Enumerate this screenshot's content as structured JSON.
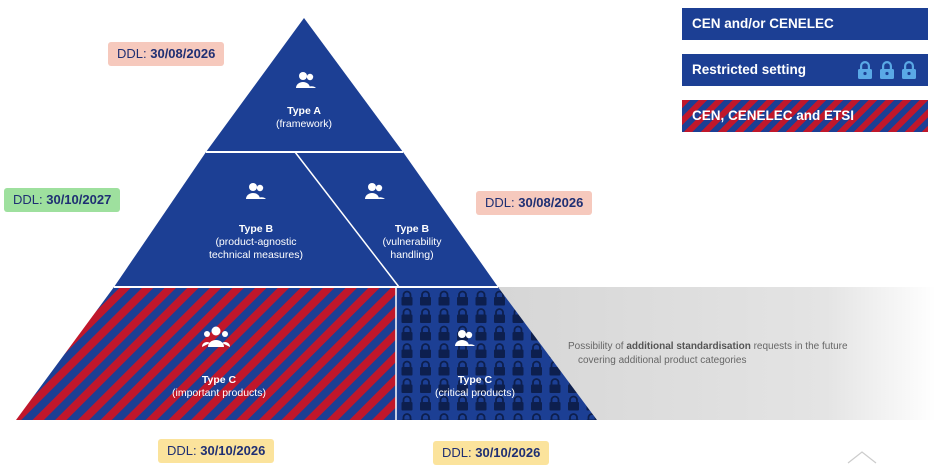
{
  "colors": {
    "navy": "#1c3f94",
    "red": "#c0172b",
    "ddl_pink": "#f6c9bd",
    "ddl_green": "#9ee09e",
    "ddl_yellow": "#fbe39c",
    "grey_band": "#d9d9d9"
  },
  "legend": {
    "cen_cenelec": "CEN and/or CENELEC",
    "restricted": "Restricted setting",
    "cen_cenelec_etsi": "CEN, CENELEC and ETSI",
    "lock_icon": "padlock-icon"
  },
  "deadlines": {
    "type_a": {
      "prefix": "DDL: ",
      "date": "30/08/2026"
    },
    "type_b_generic": {
      "prefix": "DDL: ",
      "date": "30/10/2027"
    },
    "type_b_vuln": {
      "prefix": "DDL: ",
      "date": "30/08/2026"
    },
    "type_c_important": {
      "prefix": "DDL: ",
      "date": "30/10/2026"
    },
    "type_c_critical": {
      "prefix": "DDL: ",
      "date": "30/10/2026"
    }
  },
  "pyramid": {
    "type_a": {
      "title": "Type A",
      "sub": "(framework)"
    },
    "type_b_generic": {
      "title": "Type B",
      "sub1": "(product-agnostic",
      "sub2": "technical measures)"
    },
    "type_b_vuln": {
      "title": "Type B",
      "sub1": "(vulnerability",
      "sub2": "handling)"
    },
    "type_c_important": {
      "title": "Type C",
      "sub": "(important products)"
    },
    "type_c_critical": {
      "title": "Type C",
      "sub": "(critical products)"
    },
    "people_icon": "people-group-icon"
  },
  "future": {
    "pre": "Possibility of ",
    "bold": "additional standardisation",
    "post": " requests in the future",
    "line2": "covering additional product categories"
  }
}
